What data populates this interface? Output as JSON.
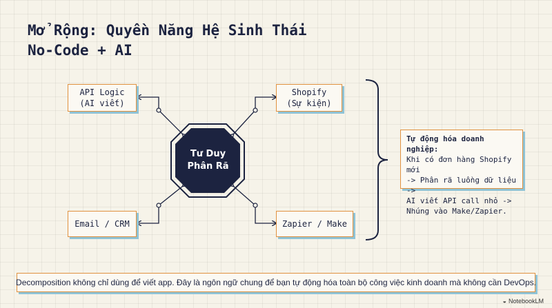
{
  "title": {
    "line1": "Mở Rộng: Quyền Năng Hệ Sinh Thái",
    "line2": "No-Code + AI"
  },
  "center": {
    "line1": "Tư Duy",
    "line2": "Phân Rã"
  },
  "nodes": {
    "api_logic": {
      "line1": "API Logic",
      "line2": "(AI viết)"
    },
    "shopify": {
      "line1": "Shopify",
      "line2": "(Sự kiện)"
    },
    "email_crm": {
      "line1": "Email / CRM"
    },
    "zapier_make": {
      "line1": "Zapier / Make"
    }
  },
  "callout": {
    "title": "Tự động hóa doanh nghiệp:",
    "lines": [
      "Khi có đơn hàng Shopify mới",
      "-> Phân rã luồng dữ liệu ->",
      "AI viết API call nhỏ ->",
      "Nhúng vào Make/Zapier."
    ]
  },
  "footer_text": "Decomposition không chỉ dùng để viết app. Đây là ngôn ngữ chung để bạn tự động hóa toàn bộ công việc kinh doanh mà không cần DevOps.",
  "brand": "NotebookLM",
  "colors": {
    "navy": "#1c2340",
    "orange_border": "#e0913f",
    "blue_shadow": "#8fc3d6",
    "background": "#f6f3e9"
  }
}
